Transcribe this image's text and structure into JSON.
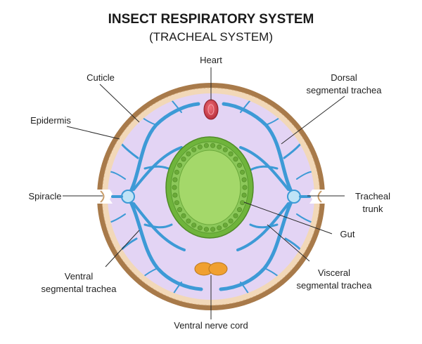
{
  "diagram": {
    "title": "INSECT RESPIRATORY SYSTEM",
    "subtitle": "(TRACHEAL SYSTEM)",
    "labels": {
      "heart": "Heart",
      "cuticle": "Cuticle",
      "dorsal_line1": "Dorsal",
      "dorsal_line2": "segmental trachea",
      "epidermis": "Epidermis",
      "spiracle": "Spiracle",
      "tracheal_line1": "Tracheal",
      "tracheal_line2": "trunk",
      "gut": "Gut",
      "ventral_line1": "Ventral",
      "ventral_line2": "segmental trachea",
      "visceral_line1": "Visceral",
      "visceral_line2": "segmental trachea",
      "nerve_cord": "Ventral nerve cord"
    },
    "colors": {
      "cuticle": "#a87a4a",
      "epidermis": "#f2d8b8",
      "hemocoel": "#e3d4f4",
      "trachea": "#3d9ad6",
      "gut_epithelium": "#7fc34a",
      "gut_lumen": "#a4d86a",
      "heart": "#d4414d",
      "nerve_cord": "#f0a030"
    }
  }
}
